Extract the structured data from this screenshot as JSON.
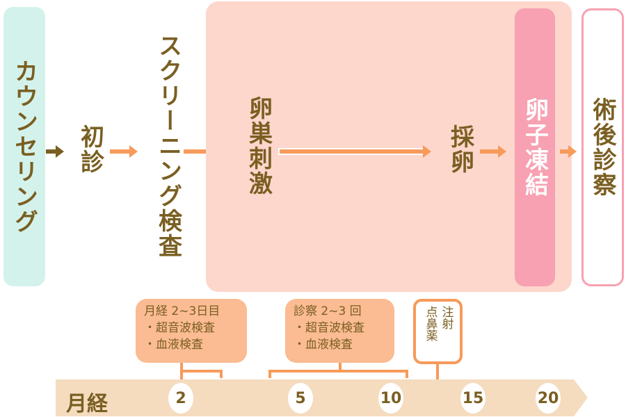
{
  "steps": {
    "counseling": "カウンセリング",
    "first_visit": "初診",
    "screening": "スクリーニング検査",
    "stimulation": "卵巣刺激",
    "retrieval": "採卵",
    "freezing": "卵子凍結",
    "post_op": "術後診察"
  },
  "notes": {
    "box1": {
      "title": "月経 2~3日目",
      "items": [
        "・超音波検査",
        "・血液検査"
      ]
    },
    "box2": {
      "title": "診察 2~3 回",
      "items": [
        "・超音波検査",
        "・血液検査"
      ]
    },
    "callout": {
      "col1": "注射",
      "col2": "点鼻薬"
    }
  },
  "timeline": {
    "label": "月経",
    "days": [
      "2",
      "5",
      "10",
      "15",
      "20"
    ]
  },
  "colors": {
    "text": "#7a5f22",
    "accent": "#f79a5a",
    "counseling": "#d4f2ec",
    "stim_bg": "#fdd6cc",
    "freezing": "#f7a1b2"
  }
}
